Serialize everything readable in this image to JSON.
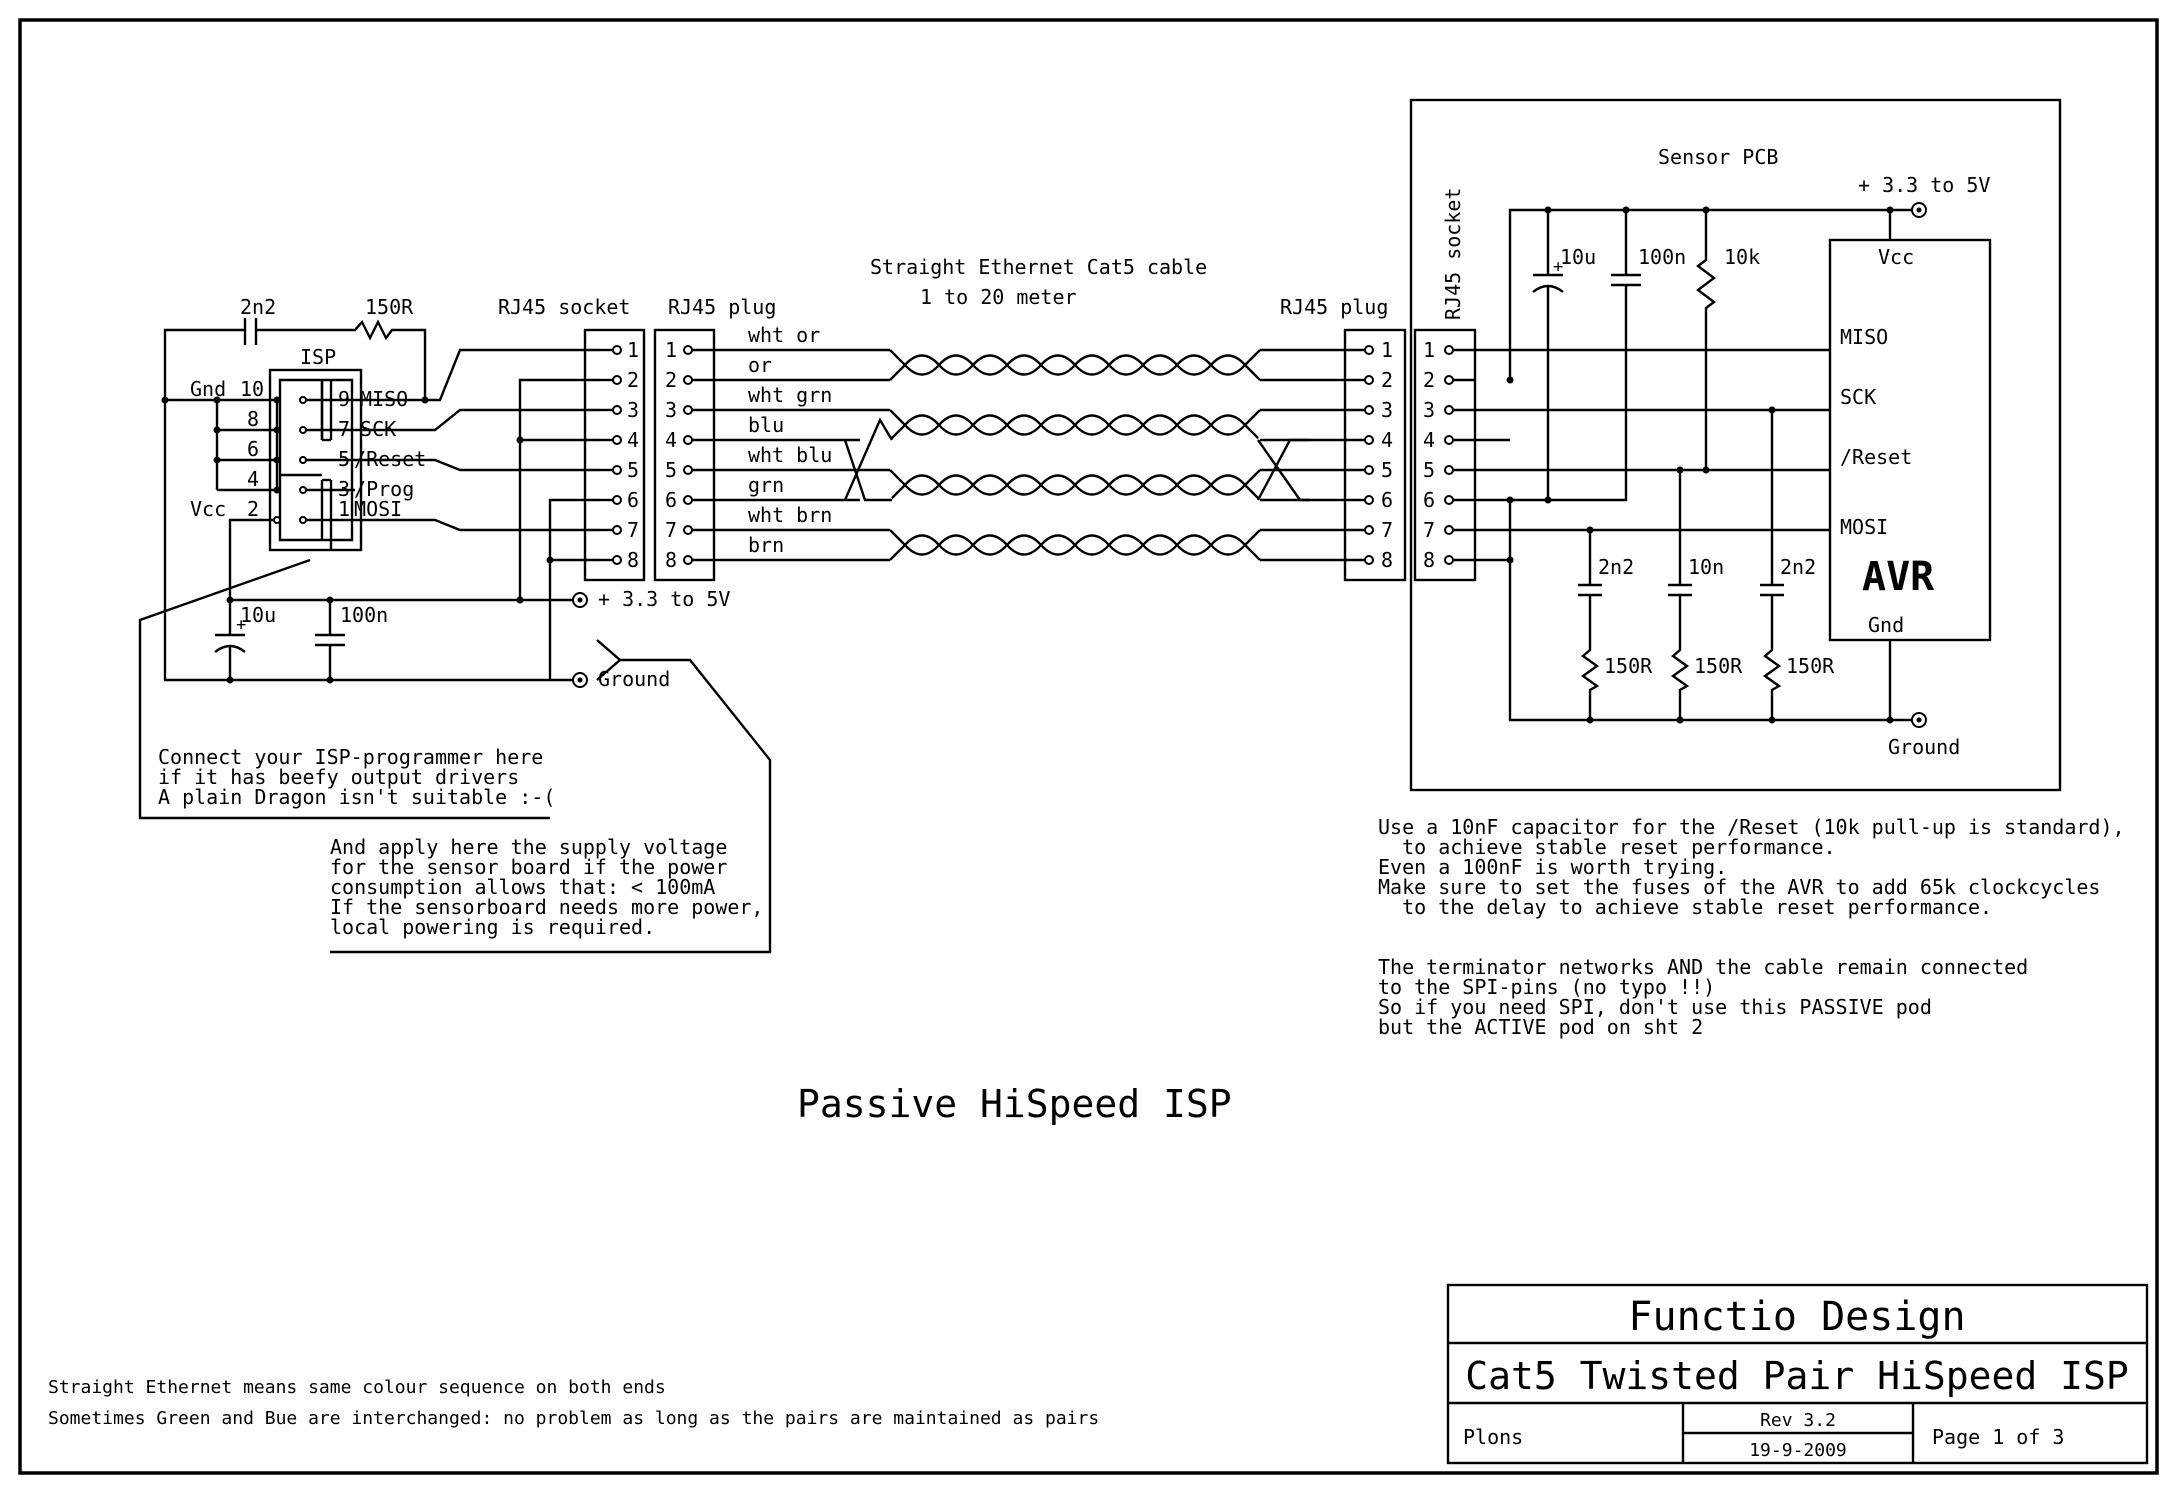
{
  "title": "Passive HiSpeed ISP",
  "title_block": {
    "company": "Functio Design",
    "project": "Cat5 Twisted Pair HiSpeed ISP",
    "sheet_type": "Plons",
    "revision": "Rev 3.2",
    "date": "19-9-2009",
    "page": "Page 1 of 3"
  },
  "left_side": {
    "isp_label": "ISP",
    "cap_2n2": "2n2",
    "res_150r": "150R",
    "gnd_label": "Gnd",
    "vcc_label": "Vcc",
    "left_pins": [
      "10",
      "8",
      "6",
      "4",
      "2"
    ],
    "right_pins": [
      {
        "num": "9",
        "name": "MISO"
      },
      {
        "num": "7",
        "name": "SCK"
      },
      {
        "num": "5",
        "name": "/Reset"
      },
      {
        "num": "3",
        "name": "/Prog"
      },
      {
        "num": "1",
        "name": "MOSI"
      }
    ],
    "cap_10u": "10u",
    "cap_100n": "100n",
    "supply_label": "+ 3.3 to 5V",
    "ground_label": "Ground",
    "note_programmer": [
      "Connect your ISP-programmer here",
      "if it has beefy output drivers",
      "A plain Dragon isn't suitable :-("
    ],
    "note_supply": [
      "And apply here the supply voltage",
      "for the sensor board if the power",
      "consumption allows that: < 100mA",
      "If the sensorboard needs more power,",
      "local powering is required."
    ]
  },
  "connectors": {
    "rj45_socket_left": "RJ45 socket",
    "rj45_plug_left": "RJ45 plug",
    "rj45_plug_right": "RJ45 plug",
    "rj45_socket_right": "RJ45 socket",
    "pins": [
      "1",
      "2",
      "3",
      "4",
      "5",
      "6",
      "7",
      "8"
    ]
  },
  "cable": {
    "title": "Straight Ethernet Cat5 cable",
    "length": "1 to 20 meter",
    "wires": [
      "wht or",
      "or",
      "wht grn",
      "blu",
      "wht blu",
      "grn",
      "wht brn",
      "brn"
    ]
  },
  "sensor_pcb": {
    "label": "Sensor PCB",
    "supply_label": "+ 3.3 to 5V",
    "ground_label": "Ground",
    "cap_10u": "10u",
    "cap_100n": "100n",
    "res_10k": "10k",
    "avr": {
      "name": "AVR",
      "vcc": "Vcc",
      "gnd": "Gnd",
      "pins": [
        "MISO",
        "SCK",
        "/Reset",
        "MOSI"
      ]
    },
    "terminators": [
      {
        "cap": "2n2",
        "res": "150R"
      },
      {
        "cap": "10n",
        "res": "150R"
      },
      {
        "cap": "2n2",
        "res": "150R"
      }
    ]
  },
  "notes_right": [
    "Use a 10nF capacitor for the /Reset (10k pull-up is standard),",
    "  to achieve stable reset performance.",
    "Even a 100nF is worth trying.",
    "Make sure to set the fuses of the AVR to add 65k clockcycles",
    "  to the delay to achieve stable reset performance."
  ],
  "notes_spi": [
    "The terminator networks AND the cable remain connected",
    "to the SPI-pins (no typo !!)",
    "So if you need SPI, don't use this PASSIVE pod",
    "but the ACTIVE pod on sht 2"
  ],
  "notes_bottom": [
    "Straight Ethernet means same colour sequence on both ends",
    "Sometimes Green and Bue are interchanged: no problem as long as the pairs are maintained as pairs"
  ]
}
